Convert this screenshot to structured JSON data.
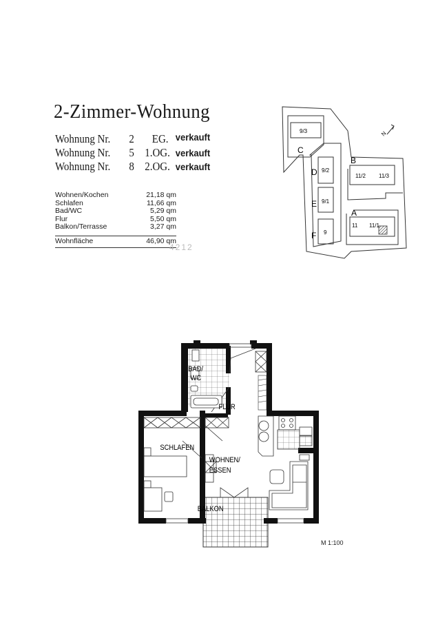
{
  "document": {
    "title": "2-Zimmer-Wohnung",
    "units": [
      {
        "label": "Wohnung Nr.",
        "number": "2",
        "floor": "EG.",
        "status": "verkauft"
      },
      {
        "label": "Wohnung Nr.",
        "number": "5",
        "floor": "1.OG.",
        "status": "verkauft"
      },
      {
        "label": "Wohnung Nr.",
        "number": "8",
        "floor": "2.OG.",
        "status": "verkauft"
      }
    ],
    "areas": [
      {
        "room": "Wohnen/Kochen",
        "value": "21,18 qm"
      },
      {
        "room": "Schlafen",
        "value": "11,66 qm"
      },
      {
        "room": "Bad/WC",
        "value": "5,29 qm"
      },
      {
        "room": "Flur",
        "value": "5,50 qm"
      },
      {
        "room": "Balkon/Terrasse",
        "value": "3,27 qm"
      }
    ],
    "total": {
      "label": "Wohnfläche",
      "value": "46,90 qm"
    },
    "stamp": "4212",
    "scale": "M  1:100"
  },
  "site_plan": {
    "north_label": "N",
    "buildings": [
      {
        "letter": "C",
        "units": [
          "9/3"
        ]
      },
      {
        "letter": "D",
        "units": [
          "9/2"
        ]
      },
      {
        "letter": "E",
        "units": [
          "9/1"
        ]
      },
      {
        "letter": "F",
        "units": [
          "9"
        ]
      },
      {
        "letter": "B",
        "units": [
          "11/2",
          "11/3"
        ]
      },
      {
        "letter": "A",
        "units": [
          "11",
          "11/1"
        ]
      }
    ]
  },
  "floor_plan": {
    "rooms": {
      "bad": "BAD/",
      "wc": "WC",
      "flur": "FLUR",
      "schlafen": "SCHLAFEN",
      "wohnen": "WOHNEN/",
      "essen": "ESSEN",
      "balkon": "BALKON"
    }
  }
}
